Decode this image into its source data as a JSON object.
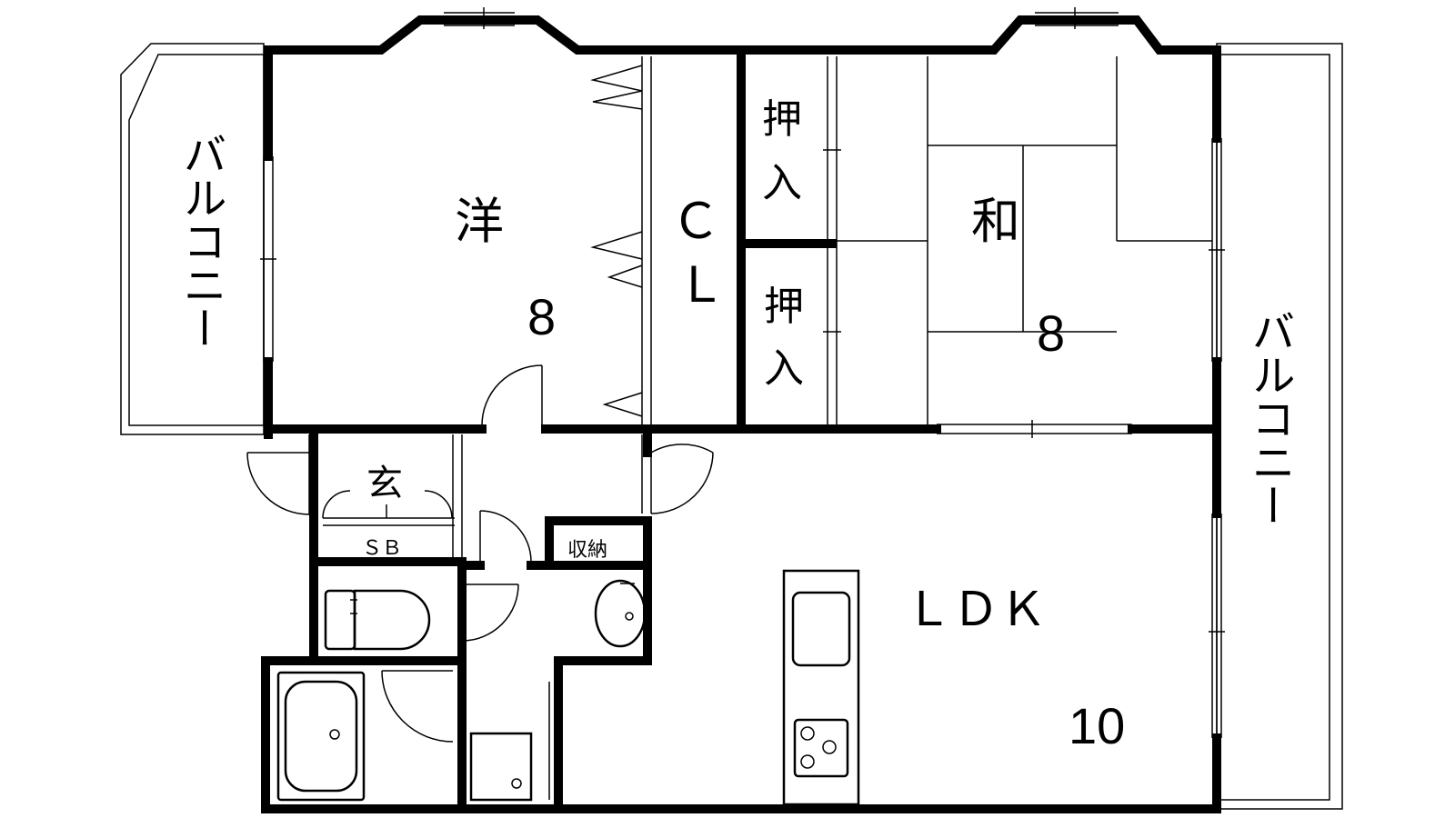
{
  "rooms": {
    "western_label": "洋",
    "western_size": "8",
    "closet_label": "ＣＬ",
    "oshiire_1": "押入",
    "oshiire_2": "押入",
    "japanese_label": "和",
    "japanese_size": "8",
    "entrance_label": "玄",
    "shoe_box_label": "ＳＢ",
    "storage_label": "収納",
    "ldk_label": "ＬＤＫ",
    "ldk_size": "10"
  },
  "balconies": {
    "left_label": "バルコニー",
    "right_label": "バルコニー"
  }
}
